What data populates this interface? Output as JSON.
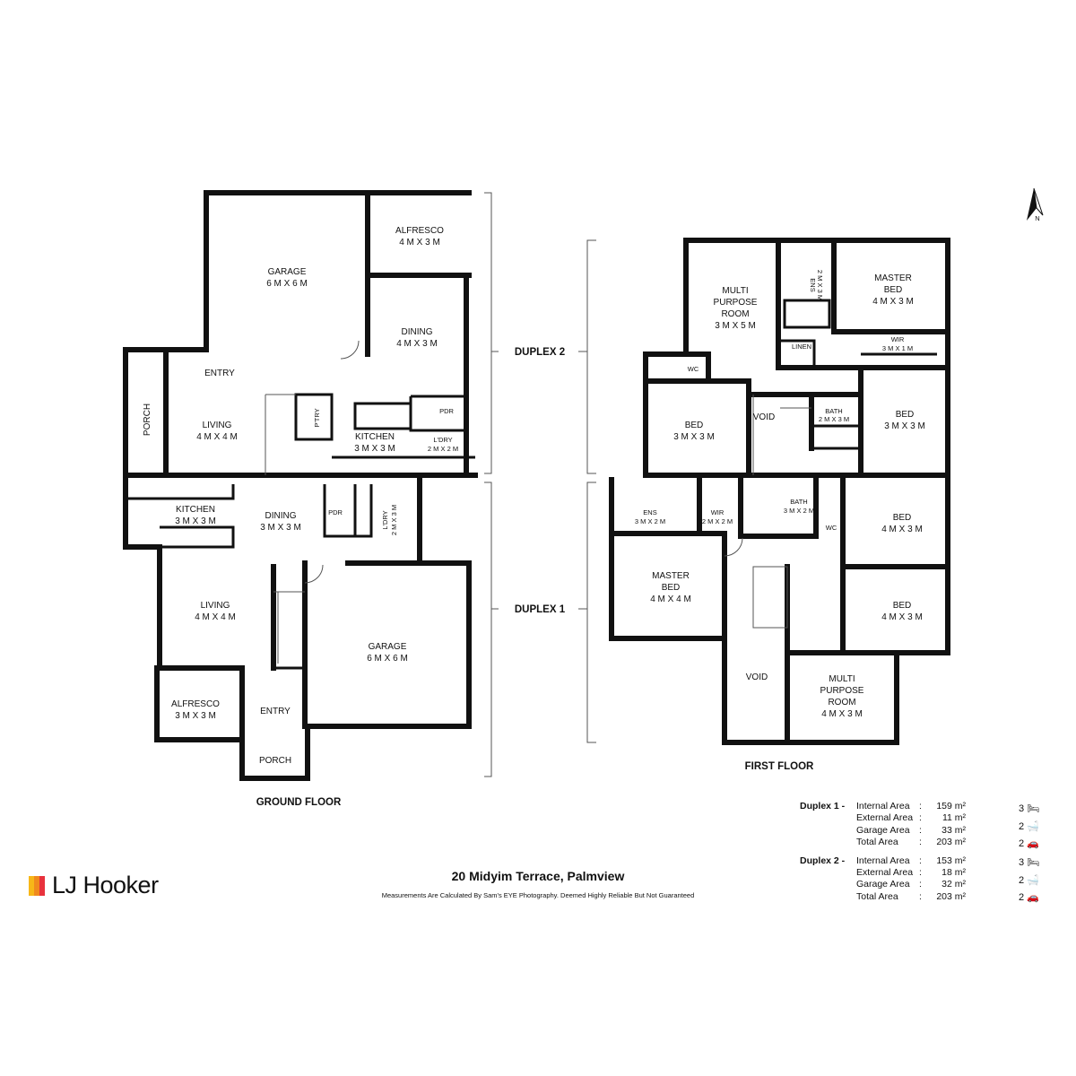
{
  "ground_floor": {
    "title": "GROUND FLOOR",
    "duplex2": {
      "garage": [
        "GARAGE",
        "6 M X 6 M"
      ],
      "alfresco": [
        "ALFRESCO",
        "4 M X 3 M"
      ],
      "dining": [
        "DINING",
        "4 M X 3 M"
      ],
      "entry": "ENTRY",
      "porch": "PORCH",
      "living": [
        "LIVING",
        "4 M X 4 M"
      ],
      "pantry": "P'TRY",
      "pdr": "PDR",
      "kitchen": [
        "KITCHEN",
        "3 M X 3 M"
      ],
      "laundry": [
        "L'DRY",
        "2 M X 2 M"
      ]
    },
    "duplex1": {
      "kitchen": [
        "KITCHEN",
        "3 M X 3 M"
      ],
      "dining": [
        "DINING",
        "3 M X 3 M"
      ],
      "pdr": "PDR",
      "laundry": [
        "L'DRY",
        "2 M X 3 M"
      ],
      "living": [
        "LIVING",
        "4 M X 4 M"
      ],
      "garage": [
        "GARAGE",
        "6 M X 6 M"
      ],
      "alfresco": [
        "ALFRESCO",
        "3 M X 3 M"
      ],
      "entry": "ENTRY",
      "porch": "PORCH"
    }
  },
  "first_floor": {
    "title": "FIRST FLOOR",
    "duplex2": {
      "multi": [
        "MULTI",
        "PURPOSE",
        "ROOM",
        "3 M X 5 M"
      ],
      "ens": [
        "ENS",
        "2 M X 3 M"
      ],
      "master": [
        "MASTER",
        "BED",
        "4 M X 3 M"
      ],
      "wir": "WIR",
      "wir_size": "3 M X 1 M",
      "linen": "LINEN",
      "wc": "WC",
      "bed1": [
        "BED",
        "3 M X 3 M"
      ],
      "void": "VOID",
      "bath": [
        "BATH",
        "2 M X 3 M"
      ],
      "bed2": [
        "BED",
        "3 M X 3 M"
      ]
    },
    "duplex1": {
      "ens": [
        "ENS",
        "3 M X 2 M"
      ],
      "wir": [
        "WIR",
        "2 M X 2 M"
      ],
      "bath": [
        "BATH",
        "3 M X 2 M"
      ],
      "wc": "WC",
      "bed1": [
        "BED",
        "4 M X 3 M"
      ],
      "master": [
        "MASTER",
        "BED",
        "4 M X 4 M"
      ],
      "bed2": [
        "BED",
        "4 M X 3 M"
      ],
      "void": "VOID",
      "multi": [
        "MULTI",
        "PURPOSE",
        "ROOM",
        "4 M X 3 M"
      ]
    }
  },
  "markers": {
    "duplex2": "DUPLEX 2",
    "duplex1": "DUPLEX 1"
  },
  "compass": "N",
  "stats": [
    {
      "label": "Duplex 1 -",
      "rows": [
        [
          "Internal Area",
          ":",
          "159 m²"
        ],
        [
          "External Area",
          ":",
          "11 m²"
        ],
        [
          "Garage Area",
          ":",
          "33 m²"
        ],
        [
          "Total Area",
          ":",
          "203 m²"
        ]
      ],
      "beds": "3",
      "baths": "2",
      "cars": "2"
    },
    {
      "label": "Duplex 2 -",
      "rows": [
        [
          "Internal Area",
          ":",
          "153 m²"
        ],
        [
          "External Area",
          ":",
          "18 m²"
        ],
        [
          "Garage Area",
          ":",
          "32 m²"
        ],
        [
          "Total Area",
          ":",
          "203 m²"
        ]
      ],
      "beds": "3",
      "baths": "2",
      "cars": "2"
    }
  ],
  "brand": {
    "name": "LJ Hooker",
    "colors": [
      "#f7b718",
      "#f08a1d",
      "#e8323c"
    ]
  },
  "address": "20 Midyim Terrace, Palmview",
  "disclaimer": "Measurements Are Calculated By Sam's EYE Photography. Deemed Highly Reliable But Not Guaranteed"
}
